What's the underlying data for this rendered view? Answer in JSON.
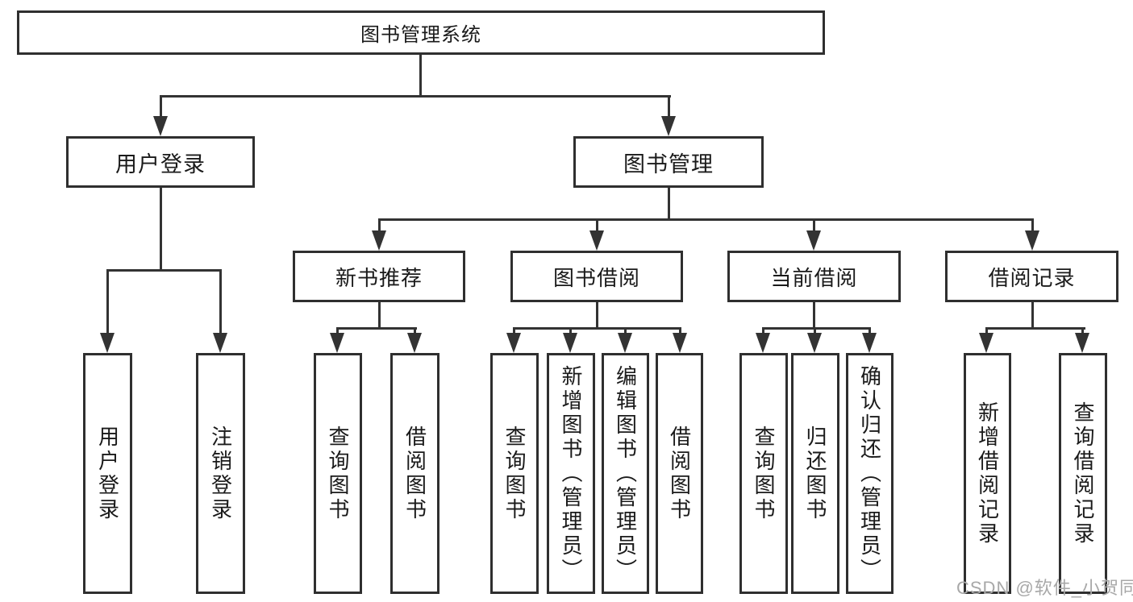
{
  "diagram": {
    "root": {
      "label": "图书管理系统"
    },
    "branches": [
      {
        "label": "用户登录",
        "children": [
          {
            "label": "用户登录"
          },
          {
            "label": "注销登录"
          }
        ]
      },
      {
        "label": "图书管理",
        "children": [
          {
            "label": "新书推荐",
            "children": [
              {
                "label": "查询图书"
              },
              {
                "label": "借阅图书"
              }
            ]
          },
          {
            "label": "图书借阅",
            "children": [
              {
                "label": "查询图书"
              },
              {
                "label": "新增图书（管理员）"
              },
              {
                "label": "编辑图书（管理员）"
              },
              {
                "label": "借阅图书"
              }
            ]
          },
          {
            "label": "当前借阅",
            "children": [
              {
                "label": "查询图书"
              },
              {
                "label": "归还图书"
              },
              {
                "label": "确认归还（管理员）"
              }
            ]
          },
          {
            "label": "借阅记录",
            "children": [
              {
                "label": "新增借阅记录"
              },
              {
                "label": "查询借阅记录"
              }
            ]
          }
        ]
      }
    ]
  },
  "watermark": {
    "text": "CSDN @软件_小贺同学",
    "color": "#a8a8a8"
  },
  "colors": {
    "line": "#333333",
    "border": "#2f2f2f",
    "text": "#1a1a1a",
    "background": "#ffffff"
  }
}
